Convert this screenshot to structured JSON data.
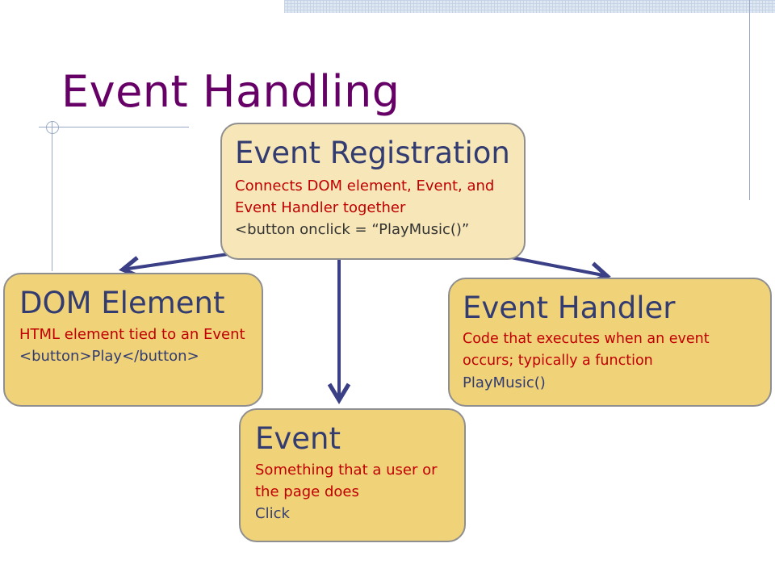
{
  "slide": {
    "title": "Event Handling"
  },
  "boxes": {
    "registration": {
      "heading": "Event Registration",
      "description": "Connects DOM element, Event, and Event Handler together",
      "example": "<button onclick = “PlayMusic()”"
    },
    "dom_element": {
      "heading": "DOM Element",
      "description": "HTML element tied to an Event",
      "example": "<button>Play</button>"
    },
    "event_handler": {
      "heading": "Event Handler",
      "description": "Code that executes when an event occurs; typically a function",
      "example": "PlayMusic()"
    },
    "event": {
      "heading": "Event",
      "description": "Something that a user or the page does",
      "example": "Click"
    }
  },
  "colors": {
    "title": "#660066",
    "box_fill": "#f0d279",
    "box_fill_light": "#f7e7b8",
    "heading": "#333c70",
    "description": "#c00000",
    "arrow": "#3a3f86"
  }
}
